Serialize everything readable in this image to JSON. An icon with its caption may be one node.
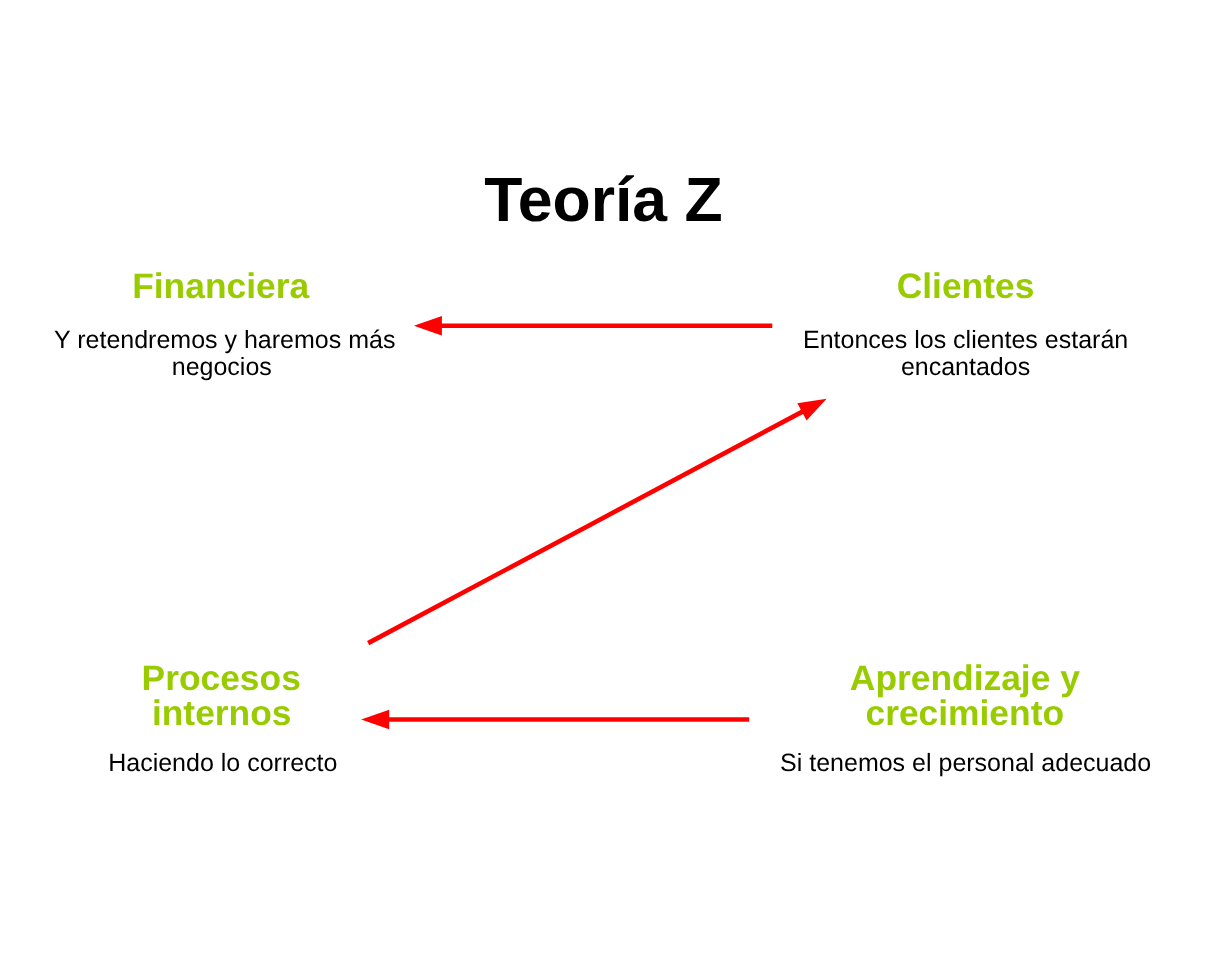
{
  "diagram": {
    "title": "Teoría Z",
    "nodes": [
      {
        "text": [
          "Financiera",
          "Y retendremos y haremos más negocios"
        ]
      },
      {
        "text": [
          "Clientes",
          "Entonces los clientes estarán encantados"
        ]
      },
      {
        "text": [
          "Procesos internos",
          "Haciendo lo correcto"
        ]
      },
      {
        "text": [
          "Aprendizaje y crecimiento",
          "Si tenemos el personal adecuado"
        ]
      }
    ],
    "edges": [
      {
        "from": 3,
        "to": 2,
        "arrow": "to"
      },
      {
        "from": 2,
        "to": 1,
        "arrow": "to"
      },
      {
        "from": 1,
        "to": 0,
        "arrow": "to"
      }
    ]
  }
}
